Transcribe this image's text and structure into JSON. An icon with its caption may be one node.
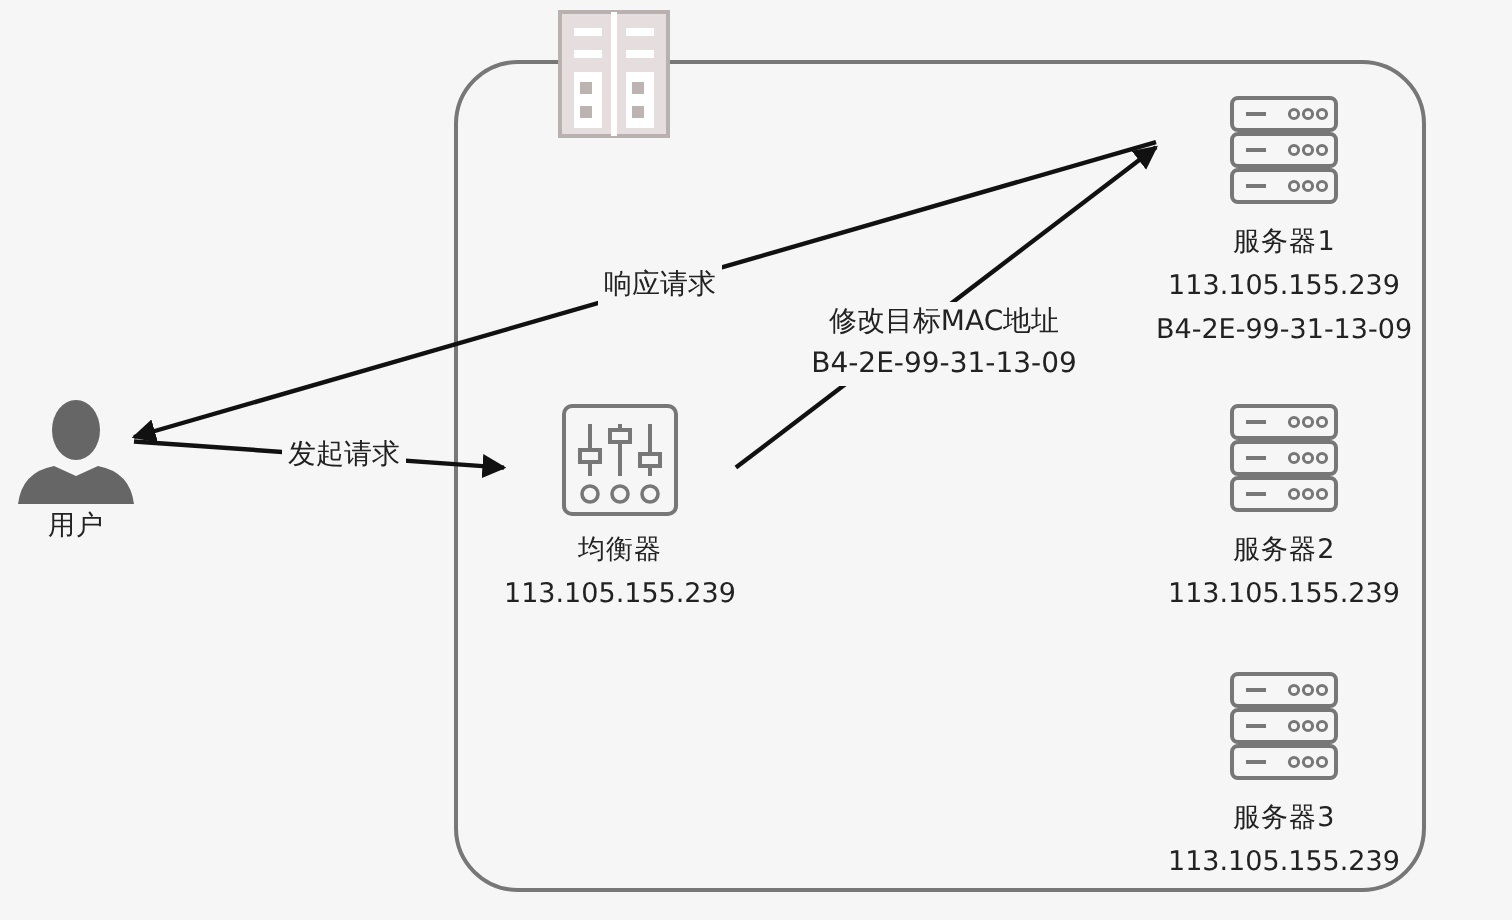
{
  "diagram": {
    "nodes": [
      {
        "text": [],
        "shape": "box"
      },
      {
        "text": [
          "用户"
        ]
      },
      {
        "text": [
          "均衡器",
          "113.105.155.239"
        ],
        "in": 0
      },
      {
        "text": [
          "服务器1",
          "113.105.155.239",
          "B4-2E-99-31-13-09"
        ],
        "in": 0
      },
      {
        "text": [
          "服务器2",
          "113.105.155.239"
        ],
        "in": 0
      },
      {
        "text": [
          "服务器3",
          "113.105.155.239"
        ],
        "in": 0
      }
    ],
    "edges": [
      {
        "from": 1,
        "to": 2,
        "arrow": "to",
        "label": "发起请求"
      },
      {
        "from": 2,
        "to": 3,
        "arrow": "to",
        "label": "修改目标MAC地址 B4-2E-99-31-13-09"
      },
      {
        "from": 3,
        "to": 1,
        "arrow": "to",
        "label": "响应请求"
      }
    ]
  }
}
